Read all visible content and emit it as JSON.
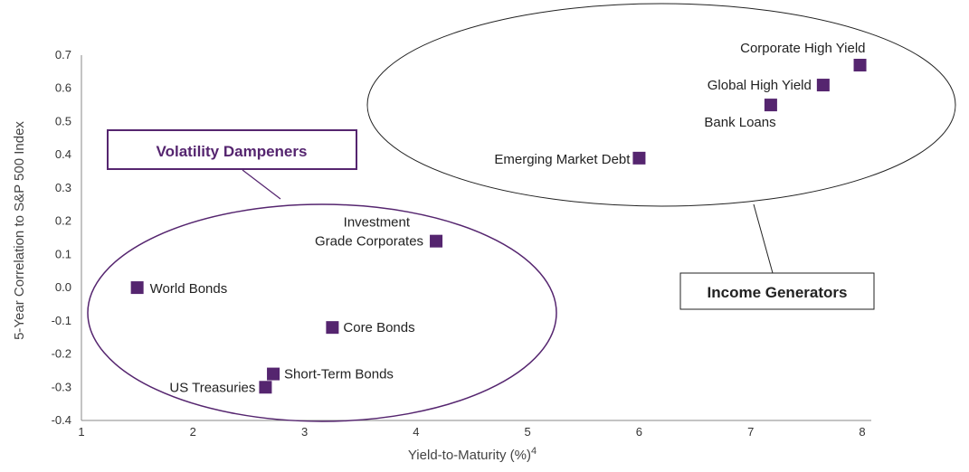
{
  "chart_data": {
    "type": "scatter",
    "title": "",
    "xlabel": "Yield-to-Maturity (%)",
    "xlabel_sup": "4",
    "ylabel": "5-Year Correlation to S&P 500 Index",
    "xlim": [
      1,
      8.1
    ],
    "ylim": [
      -0.4,
      0.7
    ],
    "xticks": [
      1,
      2,
      3,
      4,
      5,
      6,
      7,
      8
    ],
    "yticks": [
      0.7,
      0.6,
      0.5,
      0.4,
      0.3,
      0.2,
      0.1,
      0.0,
      -0.1,
      -0.2,
      -0.3,
      -0.4
    ],
    "ytick_labels": [
      "0.7",
      "0.6",
      "0.5",
      "0.4",
      "0.3",
      "0.2",
      "0.1",
      "0.0",
      "-0.1",
      "-0.2",
      "-0.3",
      "-0.4"
    ],
    "grid": false,
    "marker_color": "#55256f",
    "points": [
      {
        "name": "World Bonds",
        "x": 1.5,
        "y": 0.0
      },
      {
        "name": "Investment Grade Corporates",
        "x": 4.18,
        "y": 0.14
      },
      {
        "name": "Core Bonds",
        "x": 3.25,
        "y": -0.12
      },
      {
        "name": "Short-Term Bonds",
        "x": 2.72,
        "y": -0.26
      },
      {
        "name": "US Treasuries",
        "x": 2.65,
        "y": -0.3
      },
      {
        "name": "Emerging Market Debt",
        "x": 6.0,
        "y": 0.39
      },
      {
        "name": "Bank Loans",
        "x": 7.18,
        "y": 0.55
      },
      {
        "name": "Global High Yield",
        "x": 7.65,
        "y": 0.61
      },
      {
        "name": "Corporate High Yield",
        "x": 7.98,
        "y": 0.67
      }
    ],
    "groups": [
      {
        "label": "Volatility Dampeners",
        "color": "#55256f"
      },
      {
        "label": "Income Generators",
        "color": "#222222"
      }
    ]
  }
}
